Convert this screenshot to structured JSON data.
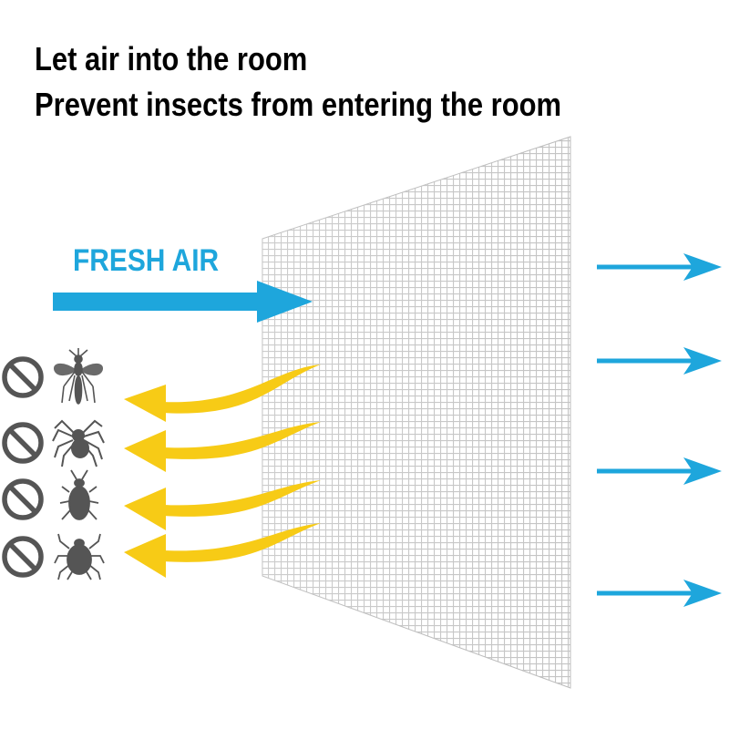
{
  "headline": {
    "line1": "Let air into the room",
    "line2": "Prevent insects from entering the room"
  },
  "fresh_air": {
    "label": "FRESH AIR"
  },
  "colors": {
    "air_blue": "#1ea6dc",
    "deflect_yellow": "#f7cb16",
    "mesh_gray": "#c8c8c8",
    "icon_gray": "#555555"
  },
  "blocked_insects": [
    {
      "icon": "mosquito-icon",
      "blocked_icon": "no-entry-icon"
    },
    {
      "icon": "spider-icon",
      "blocked_icon": "no-entry-icon"
    },
    {
      "icon": "cockroach-icon",
      "blocked_icon": "no-entry-icon"
    },
    {
      "icon": "tick-icon",
      "blocked_icon": "no-entry-icon"
    }
  ],
  "outgoing_air_arrow_count": 4,
  "deflected_arrow_count": 4
}
